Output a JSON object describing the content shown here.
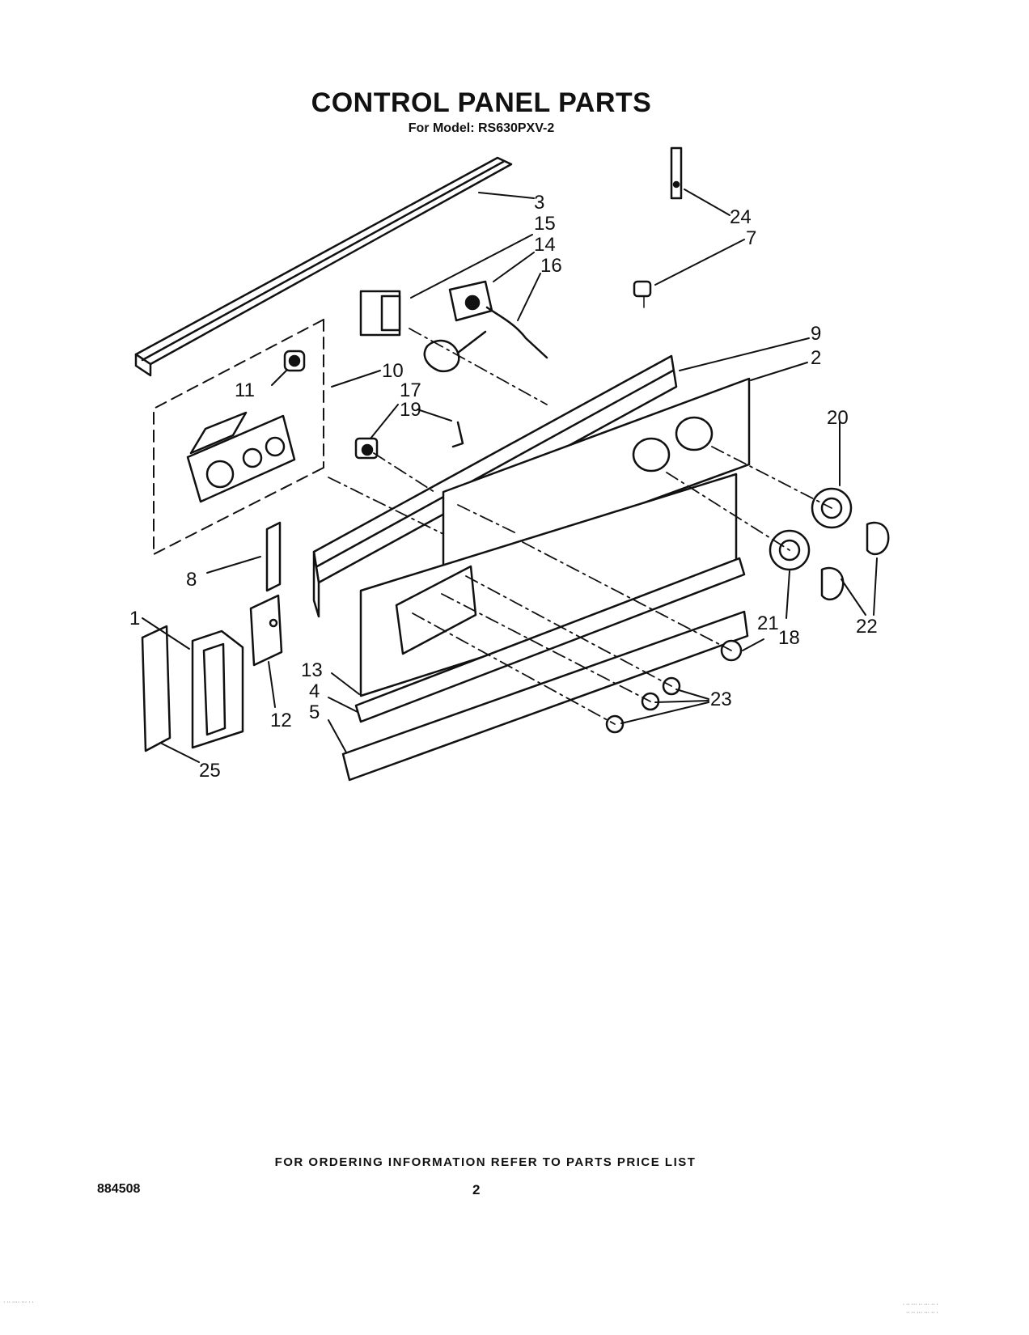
{
  "header": {
    "title": "CONTROL PANEL PARTS",
    "subtitle": "For Model: RS630PXV-2"
  },
  "callouts": {
    "c1": "1",
    "c2": "2",
    "c3": "3",
    "c4": "4",
    "c5": "5",
    "c7": "7",
    "c8": "8",
    "c9": "9",
    "c10": "10",
    "c11": "11",
    "c12": "12",
    "c13": "13",
    "c14": "14",
    "c15": "15",
    "c16": "16",
    "c17": "17",
    "c18": "18",
    "c19": "19",
    "c20": "20",
    "c21": "21",
    "c22": "22",
    "c23": "23",
    "c24": "24",
    "c25": "25"
  },
  "footer": {
    "ordering_note": "FOR ORDERING INFORMATION REFER TO PARTS PRICE LIST",
    "doc_code": "884508",
    "page_number": "2"
  }
}
